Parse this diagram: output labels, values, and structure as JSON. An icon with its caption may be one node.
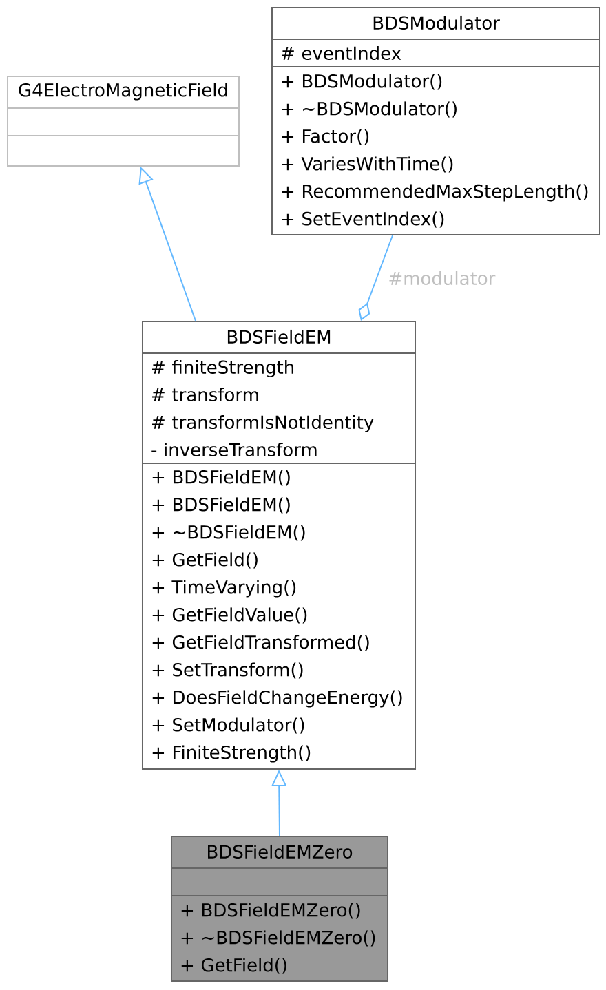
{
  "diagram": {
    "nodes": [
      {
        "text": [
          "G4ElectroMagneticField"
        ]
      },
      {
        "text": [],
        "shape": "box",
        "in": 0
      },
      {
        "text": [],
        "shape": "box",
        "in": 0
      },
      {
        "text": [
          "BDSModulator"
        ]
      },
      {
        "text": [
          "# eventIndex"
        ],
        "in": 3
      },
      {
        "text": [
          "+ BDSModulator()",
          "+ ~BDSModulator()",
          "+ Factor()",
          "+ VariesWithTime()",
          "+ RecommendedMaxStepLength()",
          "+ SetEventIndex()"
        ],
        "in": 3
      },
      {
        "text": [
          "BDSFieldEM"
        ]
      },
      {
        "text": [
          "# finiteStrength",
          "# transform",
          "# transformIsNotIdentity",
          "- inverseTransform"
        ],
        "in": 6
      },
      {
        "text": [
          "+ BDSFieldEM()",
          "+ BDSFieldEM()",
          "+ ~BDSFieldEM()",
          "+ GetField()",
          "+ TimeVarying()",
          "+ GetFieldValue()",
          "+ GetFieldTransformed()",
          "+ SetTransform()",
          "+ DoesFieldChangeEnergy()",
          "+ SetModulator()",
          "+ FiniteStrength()"
        ],
        "in": 6
      },
      {
        "text": [
          "BDSFieldEMZero"
        ]
      },
      {
        "text": [],
        "shape": "box",
        "in": 9
      },
      {
        "text": [
          "+ BDSFieldEMZero()",
          "+ ~BDSFieldEMZero()",
          "+ GetField()"
        ],
        "in": 9
      }
    ],
    "edges": [
      {
        "from": 6,
        "to": 0,
        "arrow": "to"
      },
      {
        "from": 3,
        "to": 6,
        "arrow": "other",
        "label": "#modulator"
      },
      {
        "from": 9,
        "to": 6,
        "arrow": "to"
      }
    ]
  }
}
